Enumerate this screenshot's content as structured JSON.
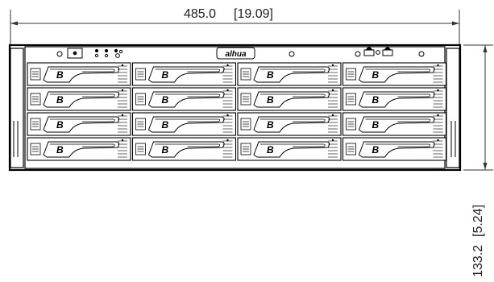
{
  "dimensions": {
    "width": {
      "value": "485.0",
      "inch": "[19.09]"
    },
    "height": {
      "value": "133.2",
      "inch": "[5.24]"
    }
  },
  "front_panel": {
    "logo_text": "alhua",
    "drive_bays": {
      "rows": 4,
      "columns": 4
    },
    "drive_tray_logo": "B"
  },
  "colors": {
    "line": "#000000",
    "panel": "#ffffff",
    "dimension_line": "#333333"
  }
}
